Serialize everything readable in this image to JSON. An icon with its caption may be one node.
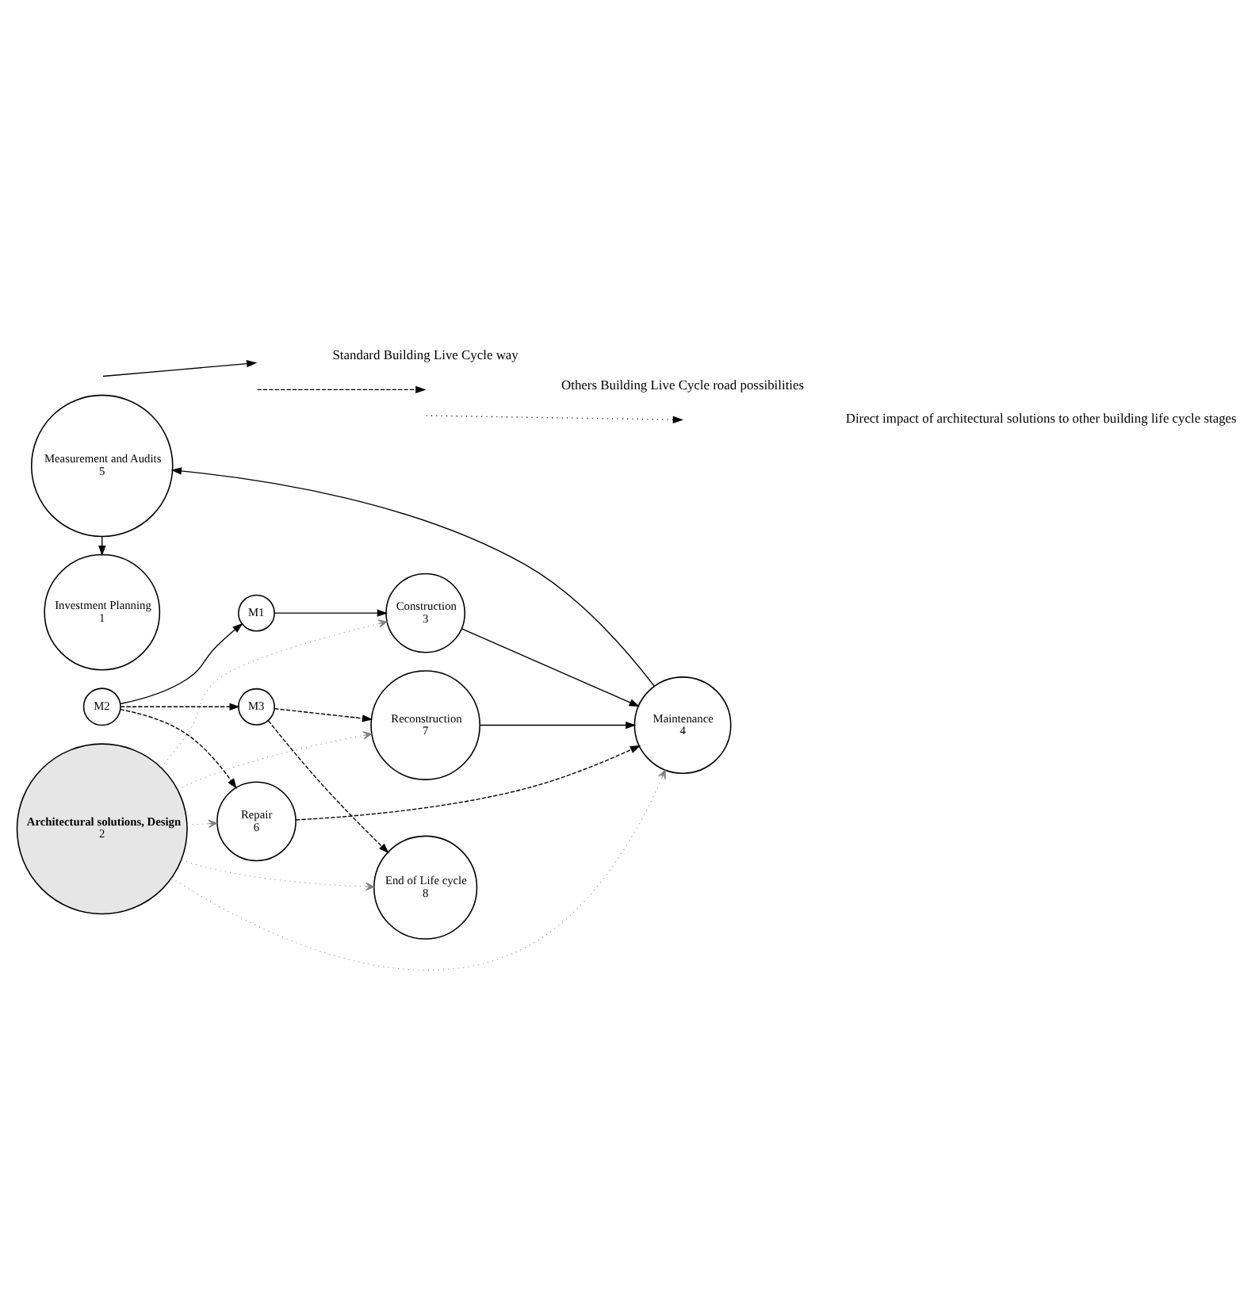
{
  "diagram": {
    "nodes": [
      {
        "text": [
          "Investment Planning",
          "1"
        ]
      },
      {
        "text": [
          "M2"
        ]
      },
      {
        "text": [
          "Architectural solutions, Design",
          "2"
        ]
      },
      {
        "text": [
          "M3"
        ]
      },
      {
        "text": [
          "M1"
        ]
      },
      {
        "text": [
          "End of Life cycle",
          "8"
        ]
      },
      {
        "text": [
          "Reconstruction",
          "7"
        ]
      },
      {
        "text": [
          "Construction",
          "3"
        ]
      },
      {
        "text": [
          "Repair",
          "6"
        ]
      },
      {
        "text": [
          "Maintenance",
          "4"
        ]
      },
      {
        "text": [
          "Measurement and Audits",
          "5"
        ]
      }
    ],
    "edges": [
      {
        "from": 1,
        "to": 4,
        "arrow": "to"
      },
      {
        "from": 4,
        "to": 7,
        "arrow": "to"
      },
      {
        "from": 7,
        "to": 9,
        "arrow": "to"
      },
      {
        "from": 6,
        "to": 9,
        "arrow": "to"
      },
      {
        "from": 9,
        "to": 10,
        "arrow": "to"
      },
      {
        "from": 10,
        "to": 0,
        "arrow": "to"
      },
      {
        "from": 1,
        "to": 3,
        "arrow": "to",
        "style": "dashed"
      },
      {
        "from": 1,
        "to": 8,
        "arrow": "to",
        "style": "dashed"
      },
      {
        "from": 8,
        "to": 9,
        "arrow": "to",
        "style": "dashed"
      },
      {
        "from": 3,
        "to": 5,
        "arrow": "to",
        "style": "dashed"
      },
      {
        "from": 3,
        "to": 6,
        "arrow": "to",
        "style": "dashed"
      },
      {
        "from": 2,
        "to": 5,
        "arrow": "to",
        "style": "dashed",
        "color": "#808080"
      },
      {
        "from": 2,
        "to": 6,
        "arrow": "to",
        "style": "dashed",
        "color": "#808080"
      },
      {
        "from": 2,
        "to": 7,
        "arrow": "to",
        "style": "dashed",
        "color": "#808080"
      },
      {
        "from": 2,
        "to": 8,
        "arrow": "to",
        "style": "dashed",
        "color": "#808080"
      },
      {
        "from": 2,
        "to": 9,
        "arrow": "to",
        "style": "dashed",
        "color": "#808080"
      }
    ],
    "legend": [
      {
        "text": "Standard Building Live Cycle way"
      },
      {
        "text": "Others Building Live Cycle road possibilities"
      },
      {
        "text": "Direct impact of architectural solutions to other building life cycle stages"
      }
    ]
  }
}
